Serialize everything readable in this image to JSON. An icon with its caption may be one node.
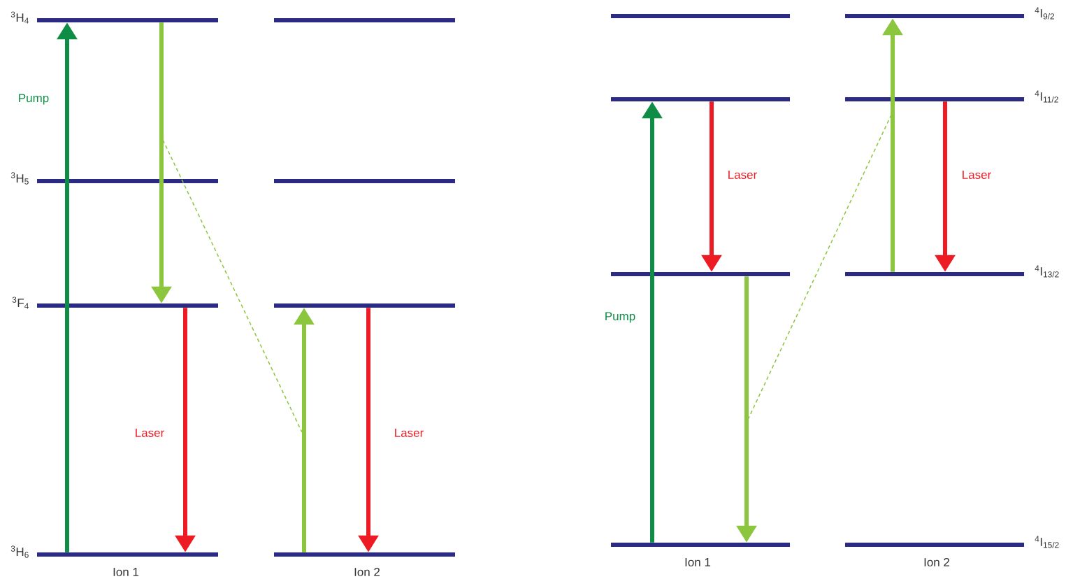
{
  "diagram": {
    "nodes": [
      {
        "text": [],
        "shape": "bar",
        "beside": [
          "$^{3}$H$_{4}$"
        ]
      },
      {
        "text": [],
        "shape": "bar",
        "beside": [
          "$^{3}$H$_{5}$"
        ]
      },
      {
        "text": [],
        "shape": "bar",
        "beside": [
          "$^{3}$F$_{4}$"
        ]
      },
      {
        "text": [],
        "shape": "bar",
        "beside": [
          "$^{3}$H$_{6}$"
        ]
      },
      {
        "text": [],
        "shape": "bar"
      },
      {
        "text": [],
        "shape": "bar"
      },
      {
        "text": [],
        "shape": "bar"
      },
      {
        "text": [],
        "shape": "bar"
      },
      {
        "text": [],
        "shape": "bar"
      },
      {
        "text": [],
        "shape": "bar"
      },
      {
        "text": [],
        "shape": "bar"
      },
      {
        "text": [],
        "shape": "bar"
      },
      {
        "text": [],
        "shape": "bar",
        "beside": [
          "$^{4}$I$_{9/2}$"
        ]
      },
      {
        "text": [],
        "shape": "bar",
        "beside": [
          "$^{4}$I$_{11/2}$"
        ]
      },
      {
        "text": [],
        "shape": "bar",
        "beside": [
          "$^{4}$I$_{13/2}$"
        ]
      },
      {
        "text": [],
        "shape": "bar",
        "beside": [
          "$^{4}$I$_{15/2}$"
        ]
      }
    ],
    "edges": [
      {
        "from": 3,
        "to": 0,
        "arrow": "to",
        "label": "Pump",
        "color": "#0f8c46"
      },
      {
        "from": 0,
        "to": 2,
        "arrow": "to",
        "color": "#8cc63f"
      },
      {
        "from": 2,
        "to": 3,
        "arrow": "to",
        "label": "Laser",
        "color": "#ed1c24"
      },
      {
        "from": 7,
        "to": 6,
        "arrow": "to",
        "color": "#8cc63f"
      },
      {
        "from": 6,
        "to": 7,
        "arrow": "to",
        "label": "Laser",
        "color": "#ed1c24"
      },
      {
        "from": 11,
        "to": 9,
        "arrow": "to",
        "label": "Pump",
        "color": "#0f8c46"
      },
      {
        "from": 9,
        "to": 10,
        "arrow": "to",
        "label": "Laser",
        "color": "#ed1c24"
      },
      {
        "from": 10,
        "to": 11,
        "arrow": "to",
        "color": "#8cc63f"
      },
      {
        "from": 14,
        "to": 12,
        "arrow": "to",
        "color": "#8cc63f"
      },
      {
        "from": 13,
        "to": 14,
        "arrow": "to",
        "label": "Laser",
        "color": "#ed1c24"
      }
    ],
    "labels": [
      "Ion 1",
      "Ion 2",
      "Ion 1",
      "Ion 2"
    ]
  }
}
